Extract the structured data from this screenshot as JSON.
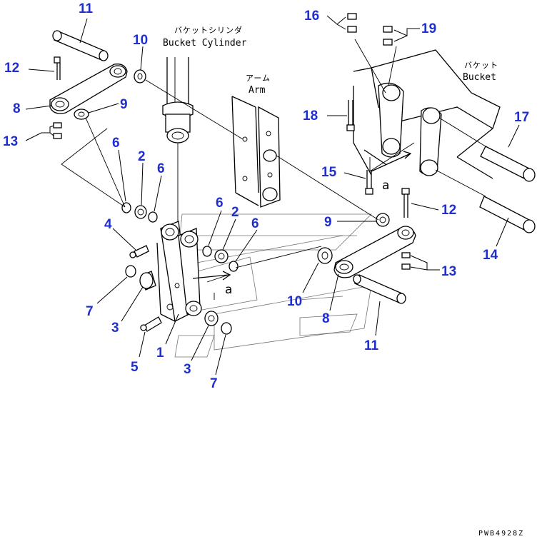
{
  "labels": {
    "bucket_cylinder_jp": "バケットシリンダ",
    "bucket_cylinder_en": "Bucket Cylinder",
    "arm_jp": "アーム",
    "arm_en": "Arm",
    "bucket_jp": "バケット",
    "bucket_en": "Bucket",
    "ref_a": "a",
    "drawing_code": "PWB4928Z"
  },
  "callouts": {
    "n11_top": "11",
    "n10_top": "10",
    "n12_left": "12",
    "n8_left": "8",
    "n9_left": "9",
    "n13_left": "13",
    "n6_a": "6",
    "n2_left": "2",
    "n6_b": "6",
    "n4": "4",
    "n6_c": "6",
    "n2_mid": "2",
    "n6_d": "6",
    "n7_left": "7",
    "n3_left": "3",
    "n1": "1",
    "n5": "5",
    "n3_mid": "3",
    "n7_mid": "7",
    "n16": "16",
    "n19": "19",
    "n18": "18",
    "n15": "15",
    "n17": "17",
    "n12_right": "12",
    "n9_right": "9",
    "n13_right": "13",
    "n14": "14",
    "n10_right": "10",
    "n8_right": "8",
    "n11_right": "11"
  },
  "colors": {
    "callout": "#1f2fcf",
    "line": "#000000"
  }
}
